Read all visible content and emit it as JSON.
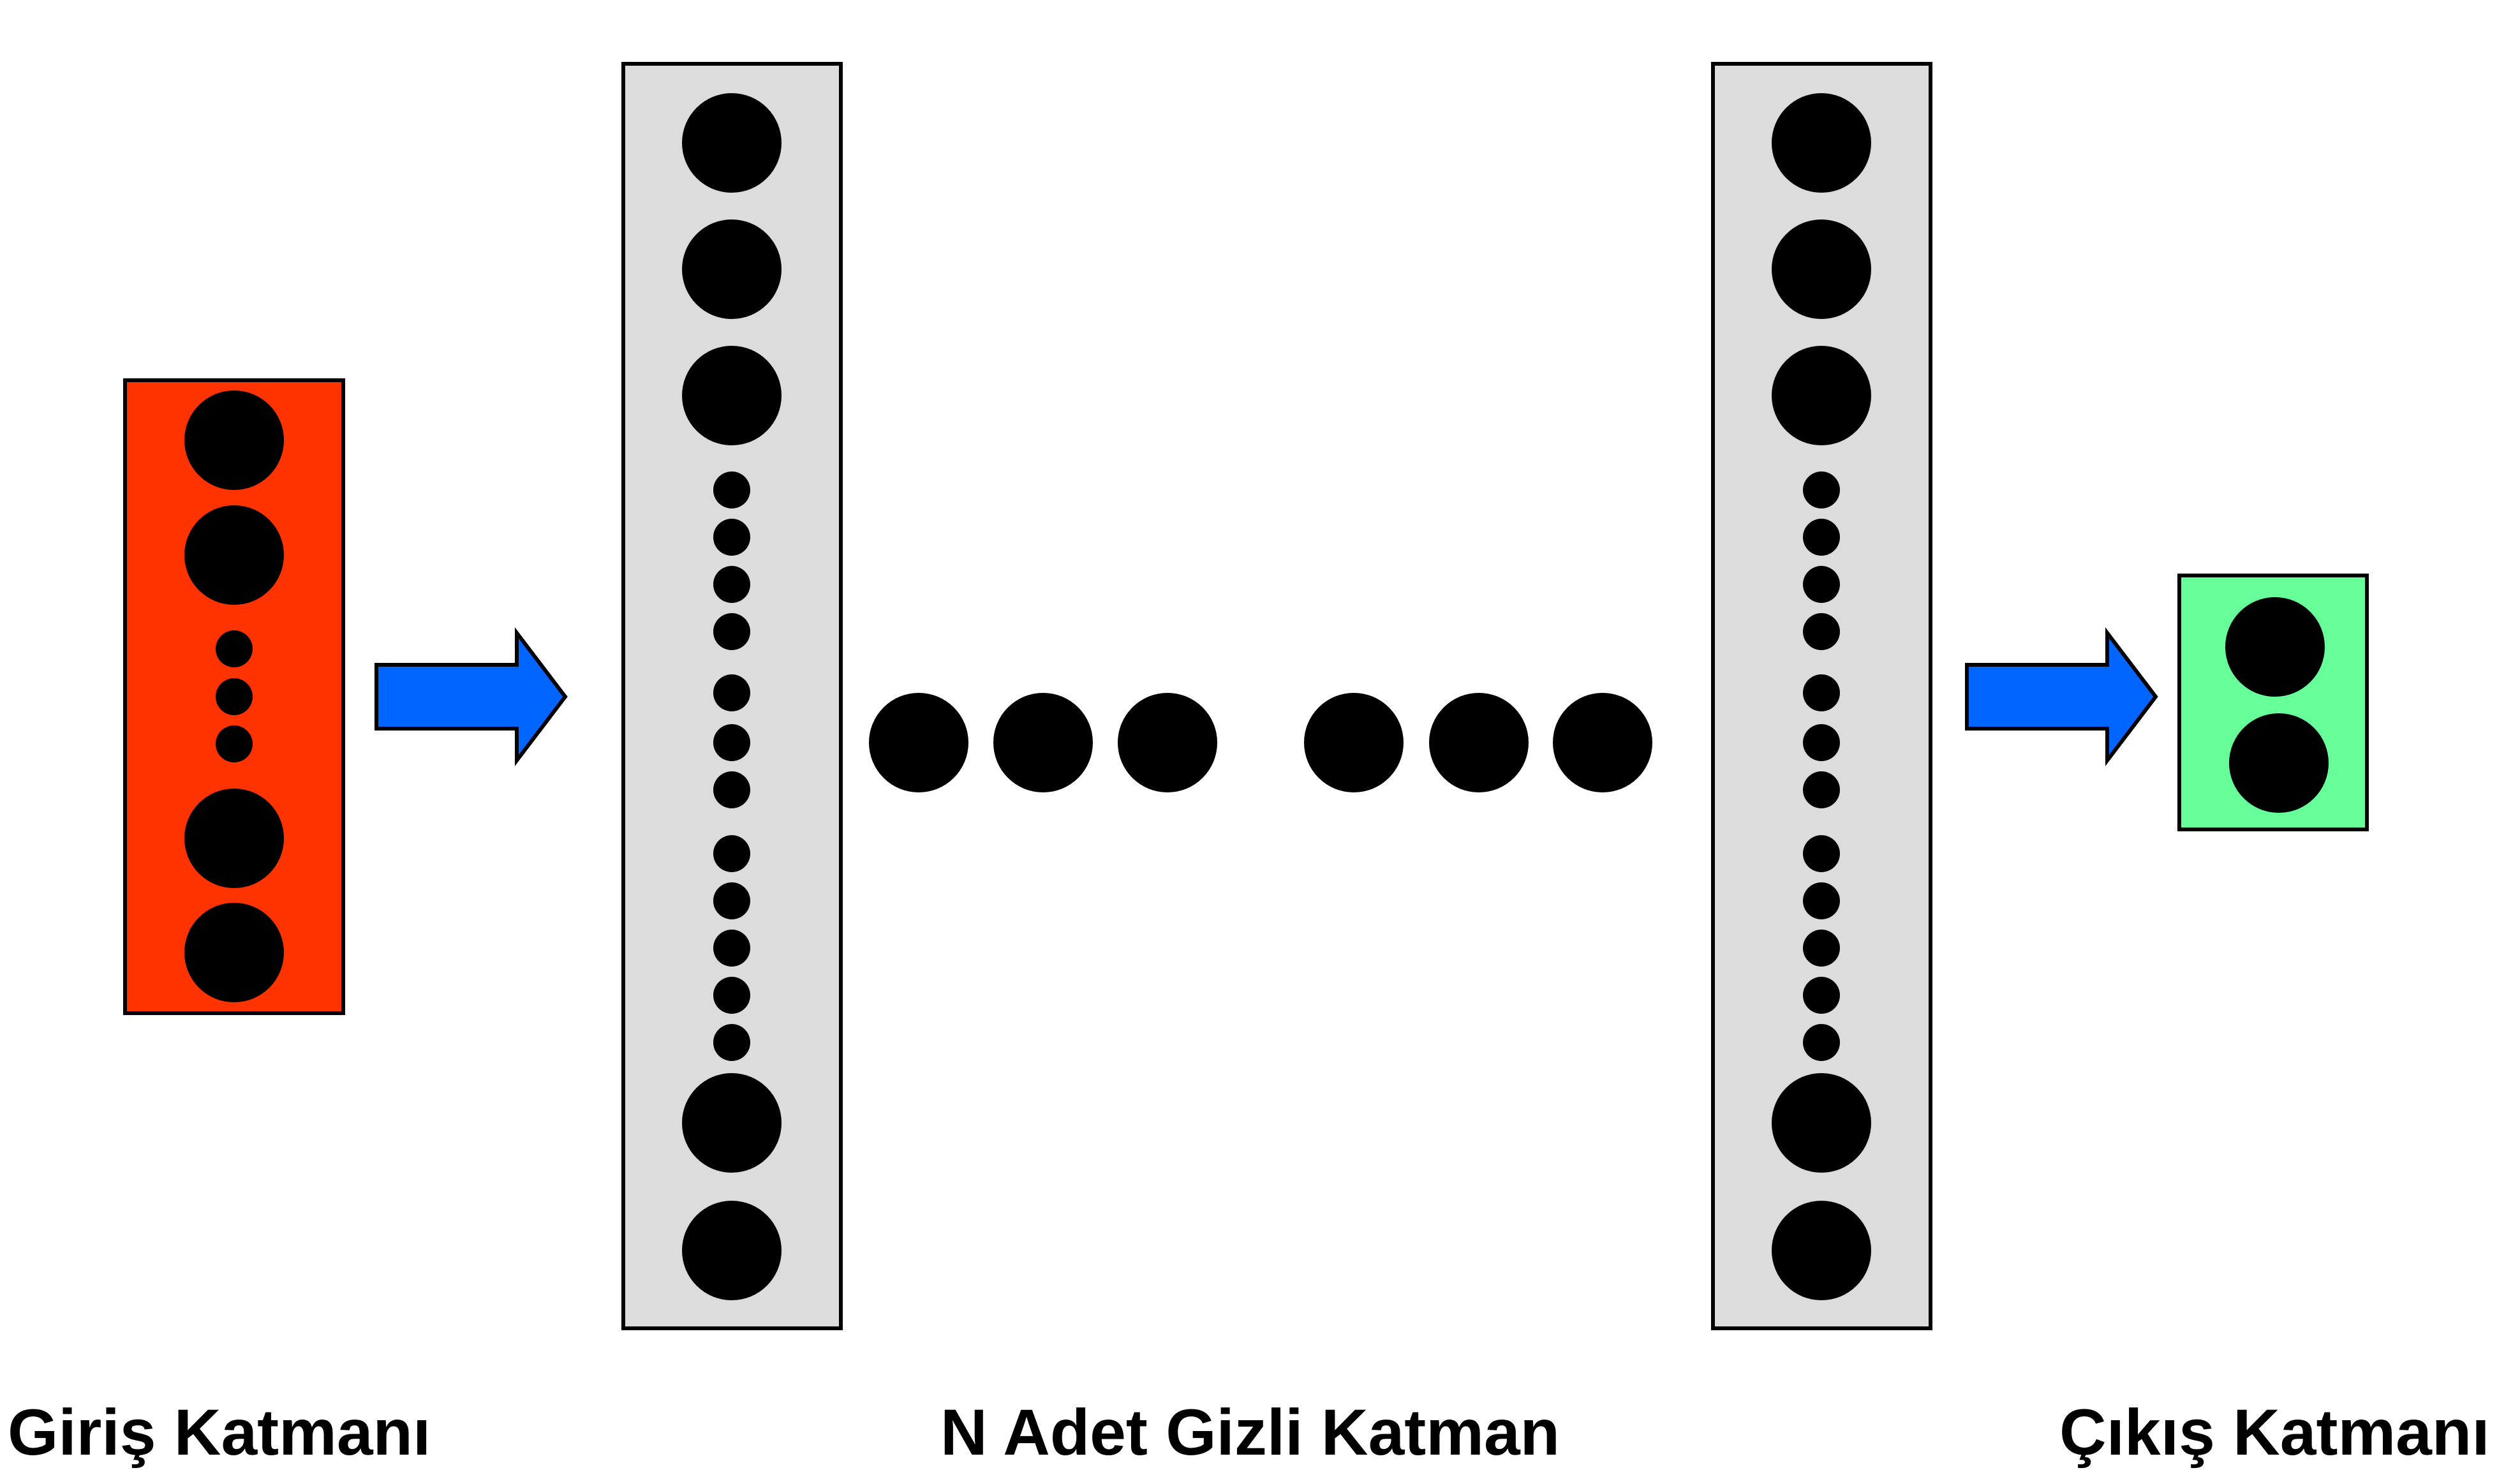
{
  "labels": {
    "input": "Giriş Katmanı",
    "hidden": "N Adet Gizli Katman",
    "output": "Çıkış Katmanı"
  },
  "colors": {
    "input_layer": "#ff3300",
    "hidden_layer": "#dcdcdc",
    "output_layer": "#66ff99",
    "arrow": "#0066ff",
    "node": "#000000",
    "background": "#ffffff"
  }
}
